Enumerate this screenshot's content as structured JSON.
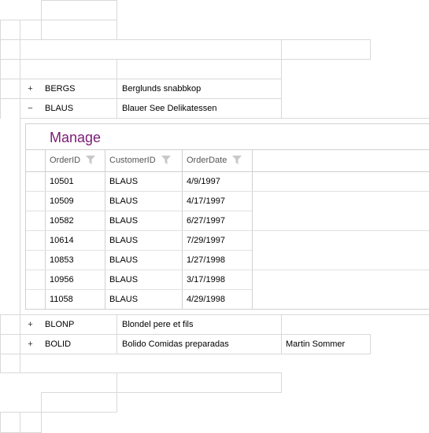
{
  "master_rows_top": [
    {
      "id": "BERGS",
      "company": "Berglunds snabbkop",
      "expander": "+"
    },
    {
      "id": "BLAUS",
      "company": "Blauer See Delikatessen",
      "expander": "−"
    }
  ],
  "master_rows_bottom": [
    {
      "id": "BLONP",
      "company": "Blondel pere et fils",
      "contact": "",
      "expander": "+"
    },
    {
      "id": "BOLID",
      "company": "Bolido Comidas preparadas",
      "contact": "Martin Sommer",
      "expander": "+"
    }
  ],
  "detail": {
    "title": "Manage",
    "columns": [
      "OrderID",
      "CustomerID",
      "OrderDate"
    ],
    "rows": [
      {
        "order_id": "10501",
        "customer_id": "BLAUS",
        "order_date": "4/9/1997"
      },
      {
        "order_id": "10509",
        "customer_id": "BLAUS",
        "order_date": "4/17/1997"
      },
      {
        "order_id": "10582",
        "customer_id": "BLAUS",
        "order_date": "6/27/1997"
      },
      {
        "order_id": "10614",
        "customer_id": "BLAUS",
        "order_date": "7/29/1997"
      },
      {
        "order_id": "10853",
        "customer_id": "BLAUS",
        "order_date": "1/27/1998"
      },
      {
        "order_id": "10956",
        "customer_id": "BLAUS",
        "order_date": "3/17/1998"
      },
      {
        "order_id": "11058",
        "customer_id": "BLAUS",
        "order_date": "4/29/1998"
      }
    ]
  }
}
